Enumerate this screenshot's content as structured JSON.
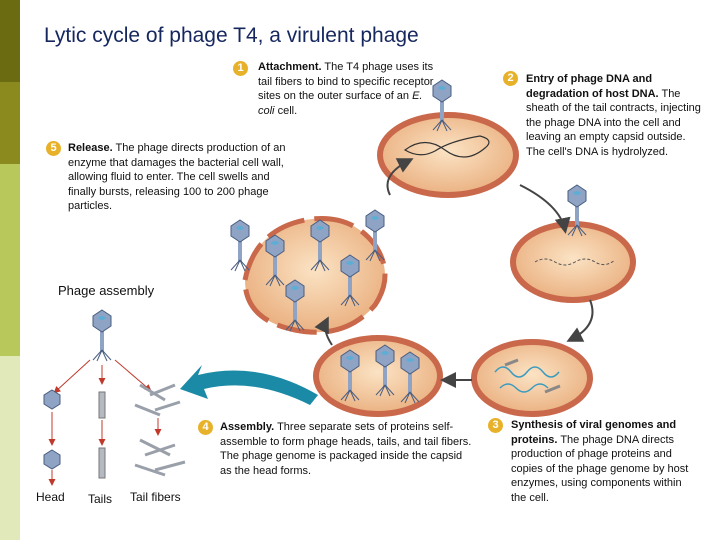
{
  "title": "Lytic cycle of phage T4, a virulent phage",
  "steps": [
    {
      "number": "1",
      "heading": "Attachment.",
      "text": "The T4 phage uses its tail fibers to bind to specific receptor sites on the outer surface of an ",
      "italic": "E. coli",
      "tail": " cell."
    },
    {
      "number": "2",
      "heading": "Entry of phage DNA and degradation of host DNA.",
      "text": "The sheath of the tail contracts, injecting the phage DNA into the cell and leaving an empty capsid outside. The cell's DNA is hydrolyzed."
    },
    {
      "number": "3",
      "heading": "Synthesis of viral genomes and proteins.",
      "text": "The phage DNA directs production of phage proteins and copies of the phage genome by host enzymes, using components within the cell."
    },
    {
      "number": "4",
      "heading": "Assembly.",
      "text": "Three separate sets of proteins self-assemble to form phage heads, tails, and tail fibers. The phage genome is packaged inside the capsid as the head forms."
    },
    {
      "number": "5",
      "heading": "Release.",
      "text": "The phage directs production of an enzyme that damages the bacterial cell wall, allowing fluid to enter. The cell swells and finally bursts, releasing 100 to 200 phage particles."
    }
  ],
  "assembly": {
    "label": "Phage assembly",
    "parts": {
      "head": "Head",
      "tails": "Tails",
      "tail_fibers": "Tail fibers"
    }
  },
  "colors": {
    "title": "#16275e",
    "badge": "#e8b12a",
    "cell_wall": "#c9684a",
    "cytoplasm": "#f1c59a",
    "arrow": "#1a8aa6",
    "phage": "#8fa3c4"
  }
}
